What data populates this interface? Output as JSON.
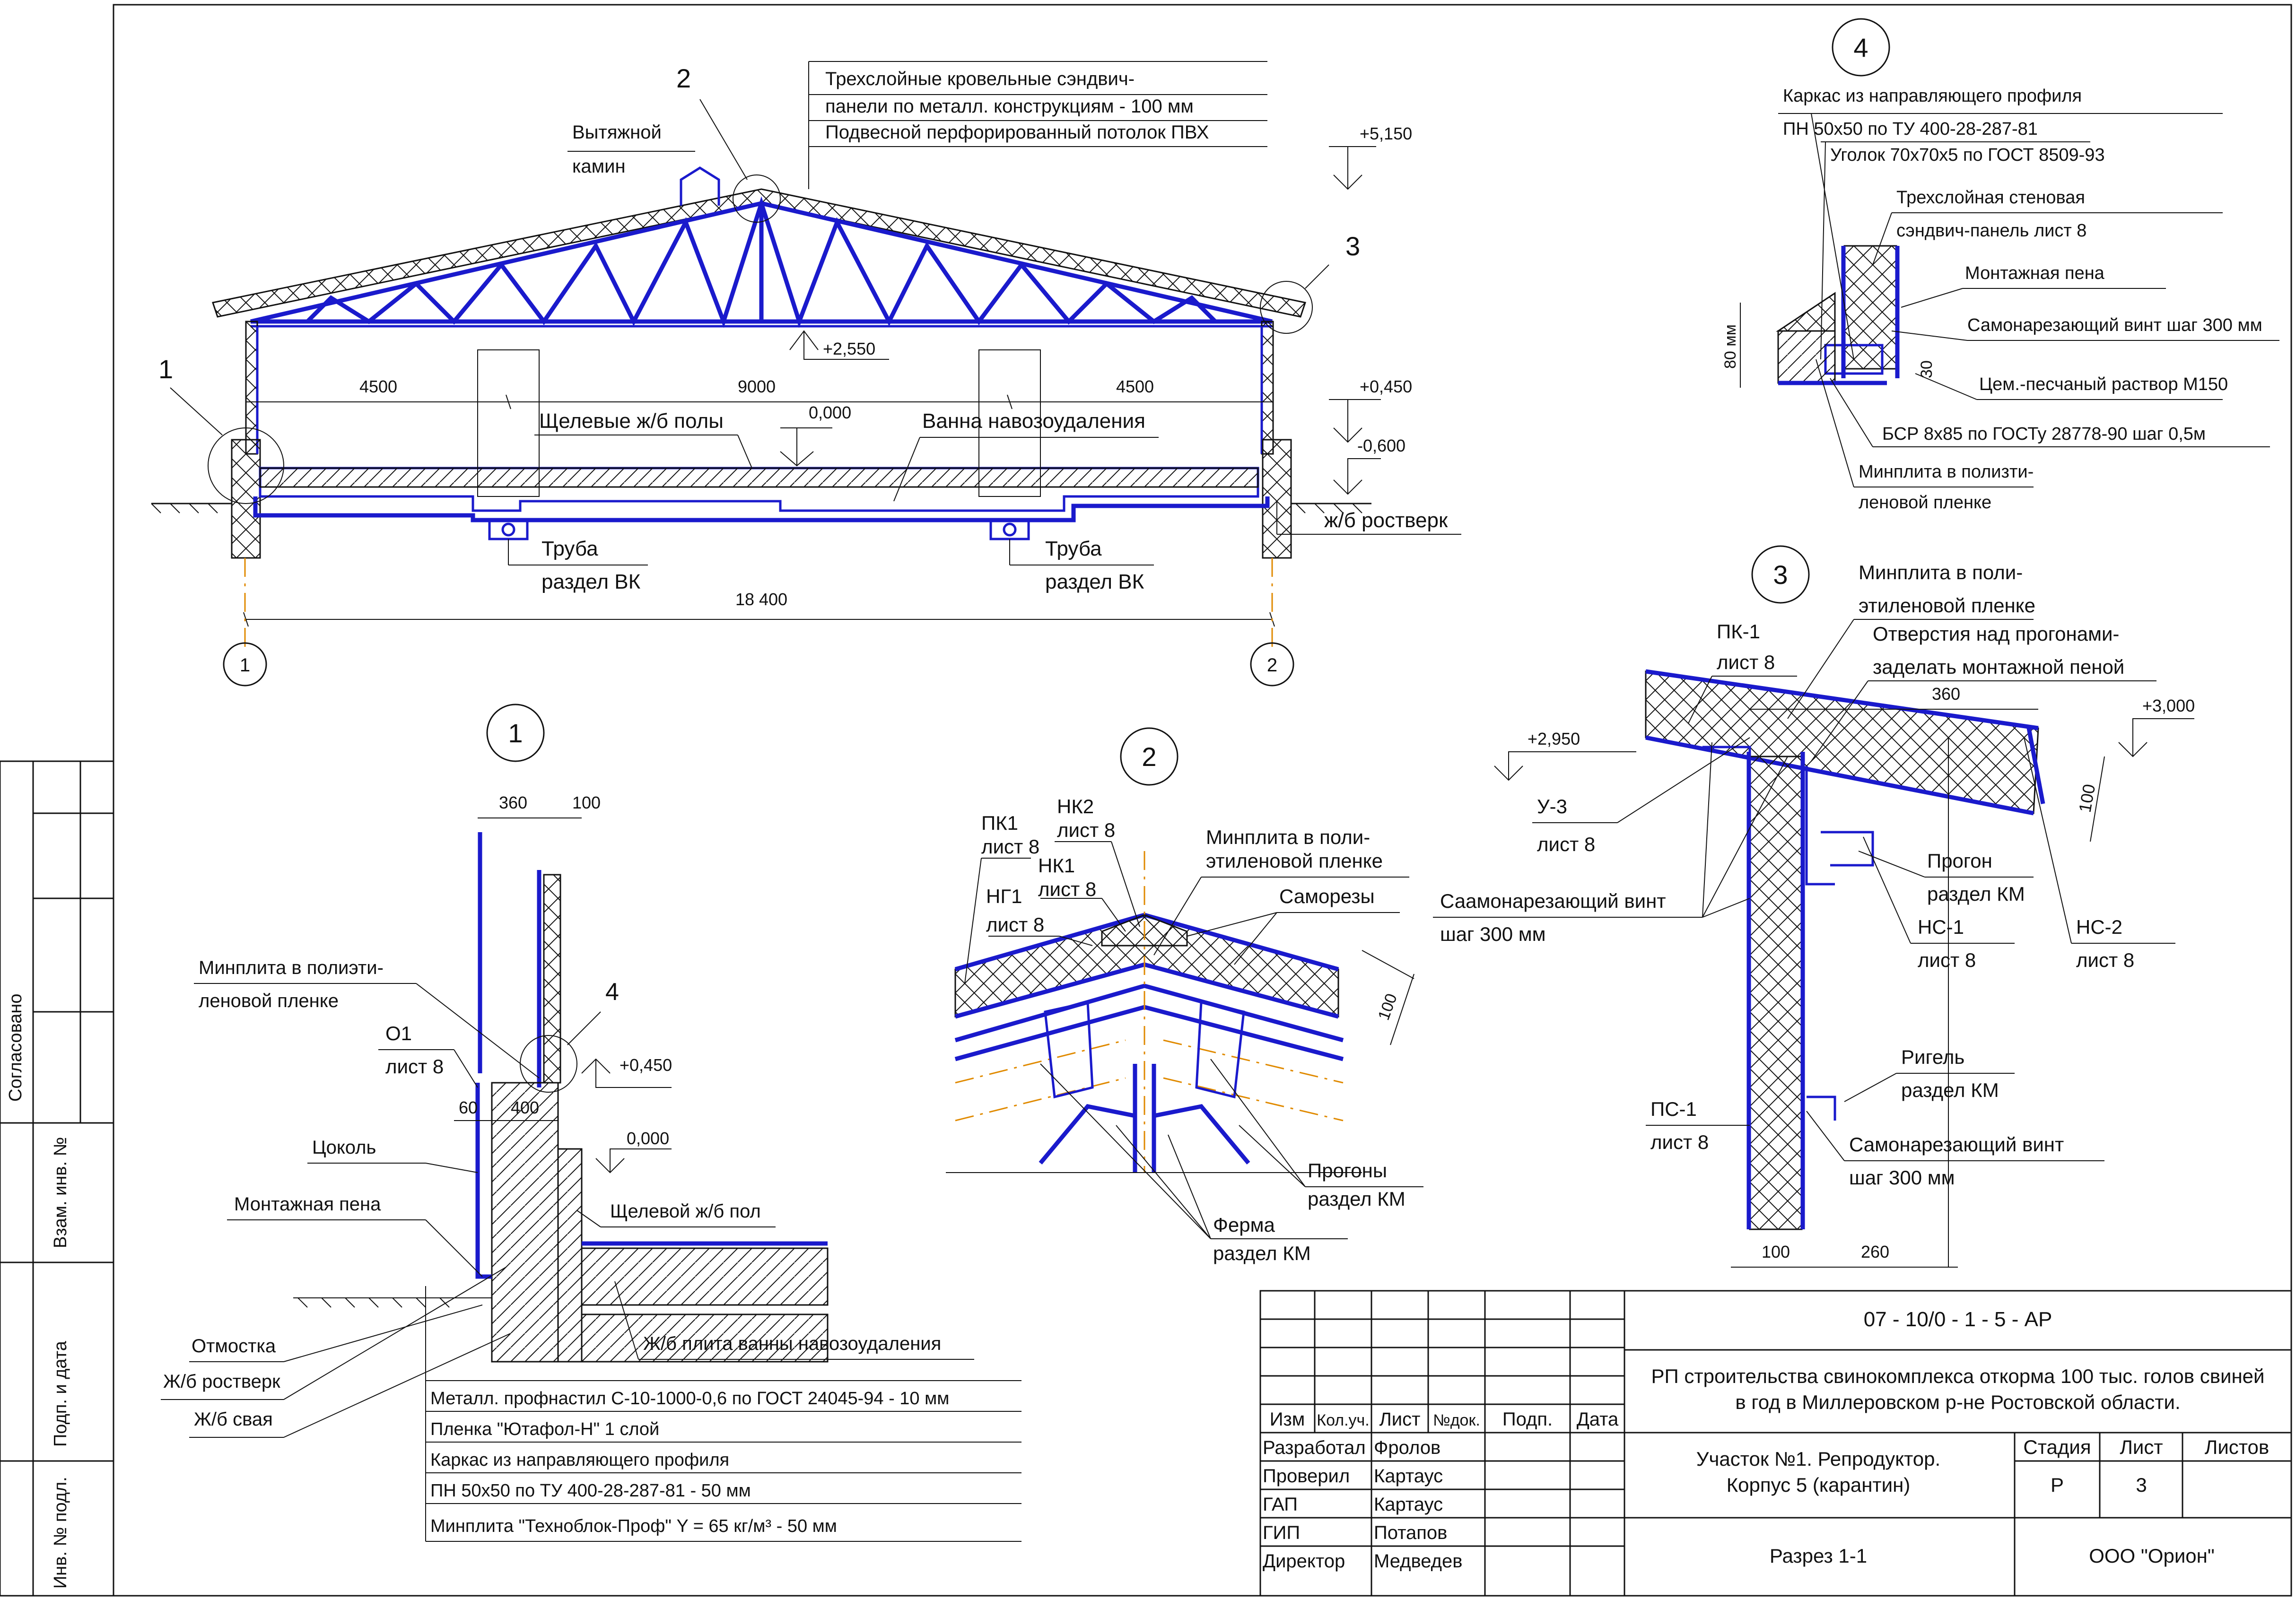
{
  "section": {
    "callout_2": "2",
    "callout_3": "3",
    "callout_1": "1",
    "roof_note": [
      "Трехслойные кровельные сэндвич-",
      "панели по металл. конструкциям   - 100 мм",
      "Подвесной перфорированный потолок ПВХ"
    ],
    "exhaust": [
      "Вытяжной",
      "камин"
    ],
    "levels": {
      "top": "+5,150",
      "truss": "+2,550",
      "right": "+0,450",
      "ground": "-0,600",
      "floor": "0,000"
    },
    "dims": {
      "left": "4500",
      "mid": "9000",
      "right": "4500",
      "total": "18 400"
    },
    "floors": "Щелевые ж/б полы",
    "bath": "Ванна навозоудаления",
    "footing": "ж/б ростверк",
    "pipe_left": [
      "Труба",
      "раздел ВК"
    ],
    "pipe_right": [
      "Труба",
      "раздел ВК"
    ],
    "axes": [
      "1",
      "2"
    ]
  },
  "detail4": {
    "num": "4",
    "lines": [
      "Каркас из направляющего профиля",
      "ПН 50х50 по ТУ 400-28-287-81",
      "Уголок 70х70х5 по ГОСТ  8509-93",
      "Трехслойная стеновая",
      "сэндвич-панель лист 8",
      "Монтажная пена",
      "Самонарезающий винт шаг 300 мм",
      "Цем.-песчаный раствор М150",
      "БСР 8х85 по ГОСТу 28778-90 шаг 0,5м",
      "Минплита в полизти-",
      "леновой пленке"
    ],
    "dim80": "80 мм",
    "dim30": "30"
  },
  "detail3": {
    "num": "3",
    "lines": {
      "minplita": [
        "Минплита в поли-",
        "этиленовой пленке"
      ],
      "holes": [
        "Отверстия над прогонами-",
        "заделать монтажной пеной"
      ],
      "pk1": [
        "ПК-1",
        "лист 8"
      ],
      "u3": [
        "У-3",
        "лист 8"
      ],
      "screw": [
        "Саамонарезающий винт",
        "шаг 300 мм"
      ],
      "progon": [
        "Прогон",
        "раздел КМ"
      ],
      "ns1": [
        "НС-1",
        "лист 8"
      ],
      "ns2": [
        "НС-2",
        "лист 8"
      ],
      "rigel": [
        "Ригель",
        "раздел КМ"
      ],
      "ps1": [
        "ПС-1",
        "лист 8"
      ],
      "screw2": [
        "Самонарезающий винт",
        "шаг 300 мм"
      ]
    },
    "levels": {
      "a": "+2,950",
      "b": "+3,000"
    },
    "dims": {
      "top": "360",
      "side": "100",
      "b1": "100",
      "b2": "260"
    }
  },
  "detail1": {
    "num": "1",
    "num4": "4",
    "dims": {
      "a": "360",
      "b": "100",
      "c": "60",
      "d": "400"
    },
    "level1": "+0,450",
    "level2": "0,000",
    "labels": {
      "minplita": [
        "Минплита в полиэти-",
        "леновой пленке"
      ],
      "o1": [
        "О1",
        "лист 8"
      ],
      "tsokol": "Цоколь",
      "pena": "Монтажная пена",
      "floor": "Щелевой ж/б пол",
      "otmostka": "Отмостка",
      "rostverk": "Ж/б ростверк",
      "svaya": "Ж/б свая",
      "plita": "Ж/б плита ванны навозоудаления"
    },
    "table": [
      "Металл. профнастил С-10-1000-0,6 по ГОСТ 24045-94 - 10 мм",
      "Пленка \"Ютафол-Н\" 1 слой",
      "Каркас из направляющего профиля",
      "ПН 50х50 по ТУ 400-28-287-81                     - 50 мм",
      "Минплита \"Техноблок-Проф\" Y = 65 кг/м³  - 50 мм"
    ]
  },
  "detail2": {
    "num": "2",
    "labels": {
      "pk1": [
        "ПК1",
        "лист 8"
      ],
      "nk2": [
        "НК2",
        "лист 8"
      ],
      "nk1": [
        "НК1",
        "лист 8"
      ],
      "ng1": [
        "НГ1",
        "лист 8"
      ],
      "minplita": [
        "Минплита в поли-",
        "этиленовой пленке"
      ],
      "samorezy": "Саморезы",
      "progony": [
        "Прогоны",
        "раздел КМ"
      ],
      "ferma": [
        "Ферма",
        "раздел КМ"
      ]
    },
    "dim": "100"
  },
  "side_stamp": {
    "soglasovano": "Согласовано",
    "vzam": "Взам. инв. №",
    "podp": "Подп. и дата",
    "inv": "Инв. № подл."
  },
  "title_block": {
    "code": "07 - 10/0 - 1 - 5 - АР",
    "project": [
      "РП строительства свинокомплекса откорма 100 тыс. голов свиней",
      "в год в Миллеровском р-не Ростовской области."
    ],
    "object": [
      "Участок №1. Репродуктор.",
      "Корпус 5 (карантин)"
    ],
    "sheet_title": "Разрез 1-1",
    "org": "ООО \"Орион\"",
    "headers": [
      "Изм",
      "Кол.уч.",
      "Лист",
      "№док.",
      "Подп.",
      "Дата"
    ],
    "stage_headers": [
      "Стадия",
      "Лист",
      "Листов"
    ],
    "stage": "Р",
    "sheet": "3",
    "sheets": "",
    "people": [
      {
        "role": "Разработал",
        "name": "Фролов"
      },
      {
        "role": "Проверил",
        "name": "Картаус"
      },
      {
        "role": "ГАП",
        "name": "Картаус"
      },
      {
        "role": "ГИП",
        "name": "Потапов"
      },
      {
        "role": "Директор",
        "name": "Медведев"
      }
    ]
  },
  "colors": {
    "structure": "#1a1acc",
    "axis": "#e08a00",
    "ink": "#111111"
  }
}
